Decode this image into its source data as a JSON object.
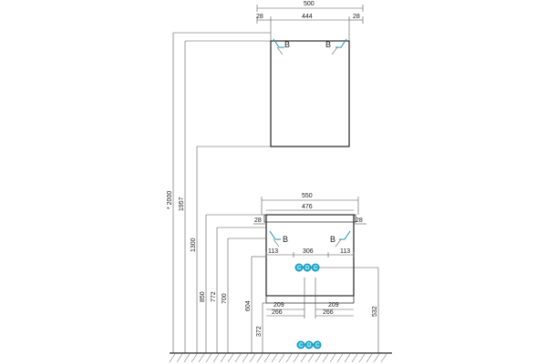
{
  "dimensions": {
    "top_width": "500",
    "top_inner": "444",
    "top_left_gap": "28",
    "top_right_gap": "28",
    "bottom_width": "550",
    "bottom_inner": "476",
    "bottom_left_gap": "28",
    "bottom_right_gap": "28",
    "mid_left": "113",
    "mid_center": "306",
    "mid_right": "113",
    "leg_left_a": "209",
    "leg_left_b": "266",
    "leg_right_a": "209",
    "leg_right_b": "266",
    "h_2000": "* 2000",
    "h_1957": "1957",
    "h_1300": "1300",
    "h_850": "850",
    "h_772": "772",
    "h_700": "700",
    "h_604": "604",
    "h_372": "372",
    "h_532": "532"
  },
  "markers": {
    "hinge_label": "B",
    "connector_c": "C",
    "connector_d": "D"
  },
  "colors": {
    "connector": "#29b6d8",
    "line": "#333333"
  }
}
